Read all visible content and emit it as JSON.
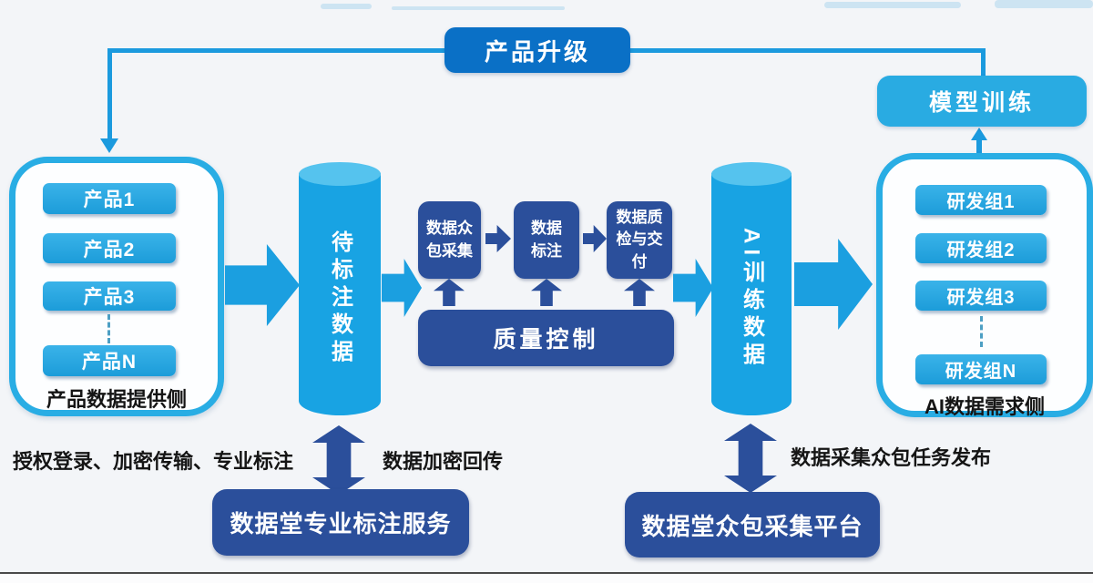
{
  "colors": {
    "cyan_accent": "#1b9fe0",
    "navy": "#2b4f9b",
    "deep_blue": "#0a70c6",
    "light_blue_node": "#29abe2",
    "panel_border": "#29ade4",
    "cylinder_body": "#18a3e3",
    "cylinder_top": "#55c3ee"
  },
  "top_flow": {
    "product_upgrade": "产品升级",
    "model_training": "模型训练"
  },
  "provider_panel": {
    "items": [
      "产品1",
      "产品2",
      "产品3",
      "产品N"
    ],
    "caption": "产品数据提供侧"
  },
  "cylinders": {
    "unlabeled_data": "待标注数据",
    "ai_training_data": "AI训练数据"
  },
  "process": {
    "steps": [
      "数据众\n包采集",
      "数据\n标注",
      "数据质\n检与交\n付"
    ],
    "quality_control": "质量控制"
  },
  "demand_panel": {
    "items": [
      "研发组1",
      "研发组2",
      "研发组3",
      "研发组N"
    ],
    "caption": "AI数据需求侧"
  },
  "annotation_service": {
    "left_caption": "授权登录、加密传输、专业标注",
    "right_caption": "数据加密回传",
    "platform": "数据堂专业标注服务"
  },
  "collection_service": {
    "caption": "数据采集众包任务发布",
    "platform": "数据堂众包采集平台"
  }
}
